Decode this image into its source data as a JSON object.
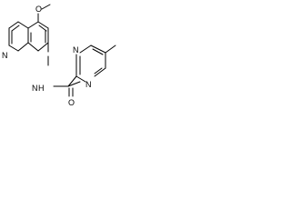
{
  "diagram": {
    "type": "chemical-structure",
    "atom_labels": {
      "methoxy_oxygen": "O",
      "quinoline_nitrogen": "N",
      "amide_nitrogen": "N",
      "amide_hydrogen": "H",
      "carbonyl_oxygen": "O",
      "pyrazine_nitrogen_top": "N",
      "pyrazine_nitrogen_bottom": "N"
    }
  }
}
